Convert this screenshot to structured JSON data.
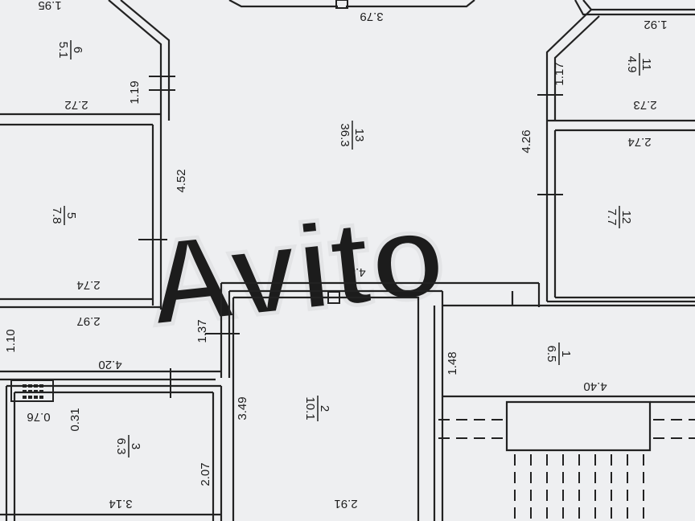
{
  "watermark": "Avito",
  "rooms": [
    {
      "id": "6",
      "number": "6",
      "area": "5.1"
    },
    {
      "id": "5",
      "number": "5",
      "area": "7.8"
    },
    {
      "id": "13",
      "number": "13",
      "area": "36.3"
    },
    {
      "id": "11",
      "number": "11",
      "area": "4.9"
    },
    {
      "id": "12",
      "number": "12",
      "area": "7.7"
    },
    {
      "id": "1",
      "number": "1",
      "area": "6.5"
    },
    {
      "id": "2",
      "number": "2",
      "area": "10.1"
    },
    {
      "id": "3",
      "number": "3",
      "area": "6.3"
    }
  ],
  "dimensions": [
    "1.95",
    "3.79",
    "1.92",
    "1.19",
    "2.72",
    "1.17",
    "2.73",
    "4.26",
    "2.74",
    "4.52",
    "2.74",
    "4.81",
    "2.97",
    "1.37",
    "1.10",
    "1.48",
    "4.40",
    "4.20",
    "0.31",
    "0.76",
    "3.49",
    "2.07",
    "3.14",
    "2.91"
  ]
}
